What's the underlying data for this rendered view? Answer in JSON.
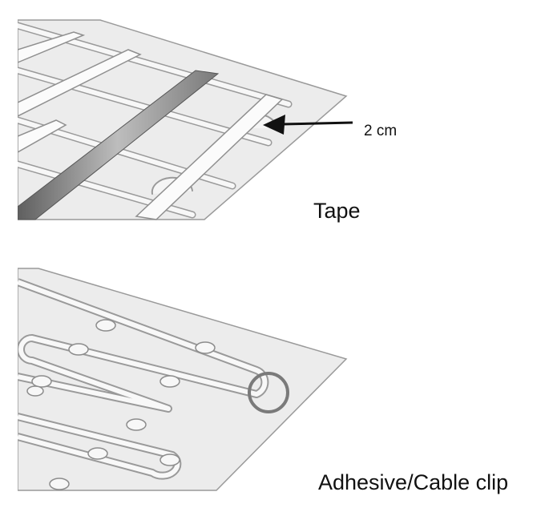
{
  "diagram": {
    "tape_panel": {
      "caption": "Tape",
      "dimension_label": "2 cm"
    },
    "clip_panel": {
      "caption": "Adhesive/Cable clip"
    }
  }
}
